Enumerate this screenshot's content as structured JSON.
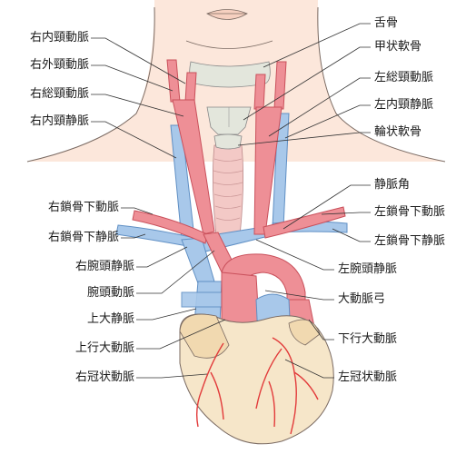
{
  "labels_left": [
    {
      "key": "rt_int_carotid",
      "text": "右内頸動脈"
    },
    {
      "key": "rt_ext_carotid",
      "text": "右外頸動脈"
    },
    {
      "key": "rt_common_carotid",
      "text": "右総頸動脈"
    },
    {
      "key": "rt_int_jugular",
      "text": "右内頸静脈"
    },
    {
      "key": "rt_subclavian_a",
      "text": "右鎖骨下動脈"
    },
    {
      "key": "rt_subclavian_v",
      "text": "右鎖骨下静脈"
    },
    {
      "key": "rt_brachiocephalic_v",
      "text": "右腕頭静脈"
    },
    {
      "key": "brachiocephalic_trunk",
      "text": "腕頭動脈"
    },
    {
      "key": "svc",
      "text": "上大静脈"
    },
    {
      "key": "asc_aorta",
      "text": "上行大動脈"
    },
    {
      "key": "rt_coronary",
      "text": "右冠状動脈"
    }
  ],
  "labels_right": [
    {
      "key": "hyoid",
      "text": "舌骨"
    },
    {
      "key": "thyroid_cart",
      "text": "甲状軟骨"
    },
    {
      "key": "lt_common_carotid",
      "text": "左総頸動脈"
    },
    {
      "key": "lt_int_jugular",
      "text": "左内頸静脈"
    },
    {
      "key": "cricoid",
      "text": "輪状軟骨"
    },
    {
      "key": "venous_angle",
      "text": "静脈角"
    },
    {
      "key": "lt_subclavian_a",
      "text": "左鎖骨下動脈"
    },
    {
      "key": "lt_subclavian_v",
      "text": "左鎖骨下静脈"
    },
    {
      "key": "lt_brachiocephalic_v",
      "text": "左腕頭静脈"
    },
    {
      "key": "aortic_arch",
      "text": "大動脈弓"
    },
    {
      "key": "desc_aorta",
      "text": "下行大動脈"
    },
    {
      "key": "lt_coronary",
      "text": "左冠状動脈"
    }
  ],
  "colors": {
    "artery": "#ee8f96",
    "artery_stroke": "#c9505b",
    "vein": "#a8c8ea",
    "vein_stroke": "#5f8fc4",
    "skin": "#fce7db",
    "skin_stroke": "#7a6a62",
    "cartilage": "#e3e6dc",
    "trachea": "#f3c9c6",
    "heart": "#f6e6c9",
    "heart_stroke": "#7a6a62",
    "coronary": "#e23a3a",
    "leader": "#333333"
  }
}
